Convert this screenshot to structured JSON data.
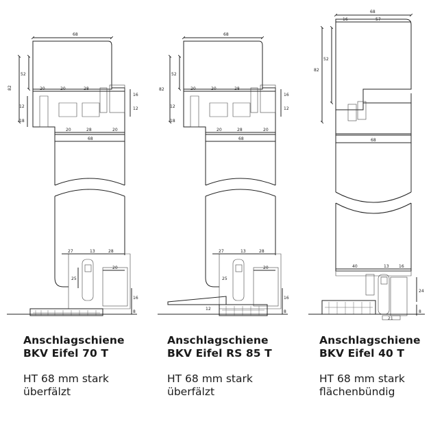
{
  "panels": [
    {
      "title_line1": "Anschlagschiene",
      "title_line2": "BKV Eifel 70 T",
      "desc_line1": "HT 68 mm stark",
      "desc_line2": "überfälzt",
      "dims": {
        "top_width": "68",
        "left_height": "82",
        "inner_height": "52",
        "row1_a": "20",
        "row1_b": "20",
        "row1_c": "28",
        "side_a": "12",
        "side_b": "18",
        "right_a": "16",
        "right_b": "12",
        "row2_a": "20",
        "row2_b": "28",
        "row2_c": "20",
        "bottom_width": "68",
        "row3_a": "27",
        "row3_b": "13",
        "row3_c": "28",
        "low_right": "20",
        "low_left": "25",
        "sill_right": "16",
        "sill_tail": "8"
      }
    },
    {
      "title_line1": "Anschlagschiene",
      "title_line2": "BKV Eifel RS 85 T",
      "desc_line1": "HT 68 mm stark",
      "desc_line2": "überfälzt",
      "dims": {
        "top_width": "68",
        "left_height": "82",
        "inner_height": "52",
        "row1_a": "20",
        "row1_b": "20",
        "row1_c": "28",
        "side_a": "12",
        "side_b": "18",
        "right_a": "16",
        "right_b": "12",
        "row2_a": "20",
        "row2_b": "28",
        "row2_c": "20",
        "bottom_width": "68",
        "row3_a": "27",
        "row3_b": "13",
        "row3_c": "28",
        "low_right": "20",
        "low_left": "25",
        "sill_right": "16",
        "sill_tail": "8",
        "sill_left": "12"
      }
    },
    {
      "title_line1": "Anschlagschiene",
      "title_line2": "BKV Eifel 40 T",
      "desc_line1": "HT 68 mm stark",
      "desc_line2": "flächenbündig",
      "dims": {
        "top_width": "68",
        "left_height": "82",
        "inner_height": "52",
        "top_a": "16",
        "top_b": "57",
        "mid_width": "68",
        "row3_a": "40",
        "row3_b": "13",
        "row3_c": "16",
        "low_right": "24",
        "sill_tail": "8",
        "base": "21"
      }
    }
  ]
}
